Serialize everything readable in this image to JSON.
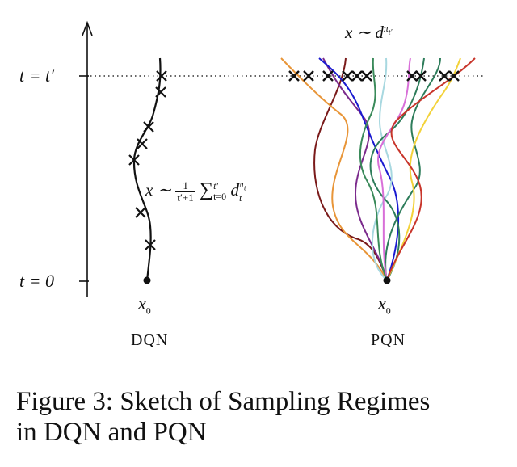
{
  "axis_labels": {
    "top": "t = t′",
    "bottom": "t = 0"
  },
  "dqn": {
    "start_label": "x",
    "start_sub": "0",
    "name": "DQN",
    "formula": {
      "lhs": "x ∼",
      "frac_num": "1",
      "frac_den": "t′+1",
      "sum": "∑",
      "sum_sup": "t′",
      "sum_sub": "t=0",
      "term": "d",
      "term_sup": "π",
      "term_sup_sub": "t",
      "term_sub": "t"
    }
  },
  "pqn": {
    "start_label": "x",
    "start_sub": "0",
    "name": "PQN",
    "formula": {
      "lhs": "x ∼",
      "term": "d",
      "term_sup": "π",
      "term_sup_sub": "t′"
    },
    "colors": [
      "#7a1a1a",
      "#e89538",
      "#7b2a8c",
      "#1a1ad0",
      "#a8d8e0",
      "#2e7d5b",
      "#d86fd8",
      "#f3d23a",
      "#c8352b",
      "#111111"
    ]
  },
  "caption": {
    "line1": "Figure 3: Sketch of Sampling Regimes",
    "line2": "in DQN and PQN"
  }
}
